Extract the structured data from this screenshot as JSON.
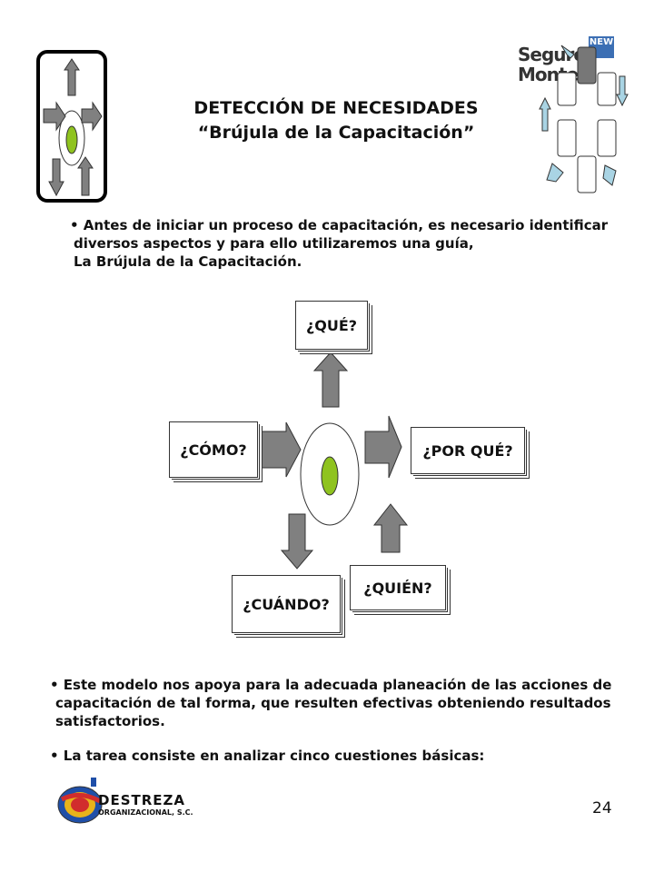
{
  "header": {
    "title_line1": "DETECCIÓN DE NECESIDADES",
    "title_line2": "“Brújula de la Capacitación”",
    "logo_right_text_1": "Seguros",
    "logo_right_text_2": "Monterrey",
    "logo_right_badge": "NEW"
  },
  "intro": {
    "line1": "• Antes de iniciar un proceso de capacitación, es necesario identificar",
    "line2": "diversos aspectos y para ello utilizaremos una guía,",
    "line3": "La Brújula de la Capacitación."
  },
  "compass": {
    "que": "¿QUÉ?",
    "como": "¿CÓMO?",
    "porque": "¿POR QUÉ?",
    "cuando": "¿CUÁNDO?",
    "quien": "¿QUIÉN?"
  },
  "body": {
    "p1_line1": "• Este modelo nos apoya para la adecuada planeación de las acciones de",
    "p1_line2": "capacitación de tal forma, que resulten efectivas obteniendo resultados",
    "p1_line3": "satisfactorios.",
    "p2": "• La tarea consiste en analizar cinco cuestiones básicas:"
  },
  "footer": {
    "logo_word1": "DESTREZA",
    "logo_word2": "ORGANIZACIONAL, S.C.",
    "page_number": "24"
  },
  "colors": {
    "arrow_gray": "#808080",
    "green": "#8fc31f",
    "light_blue": "#a9d4e4"
  }
}
